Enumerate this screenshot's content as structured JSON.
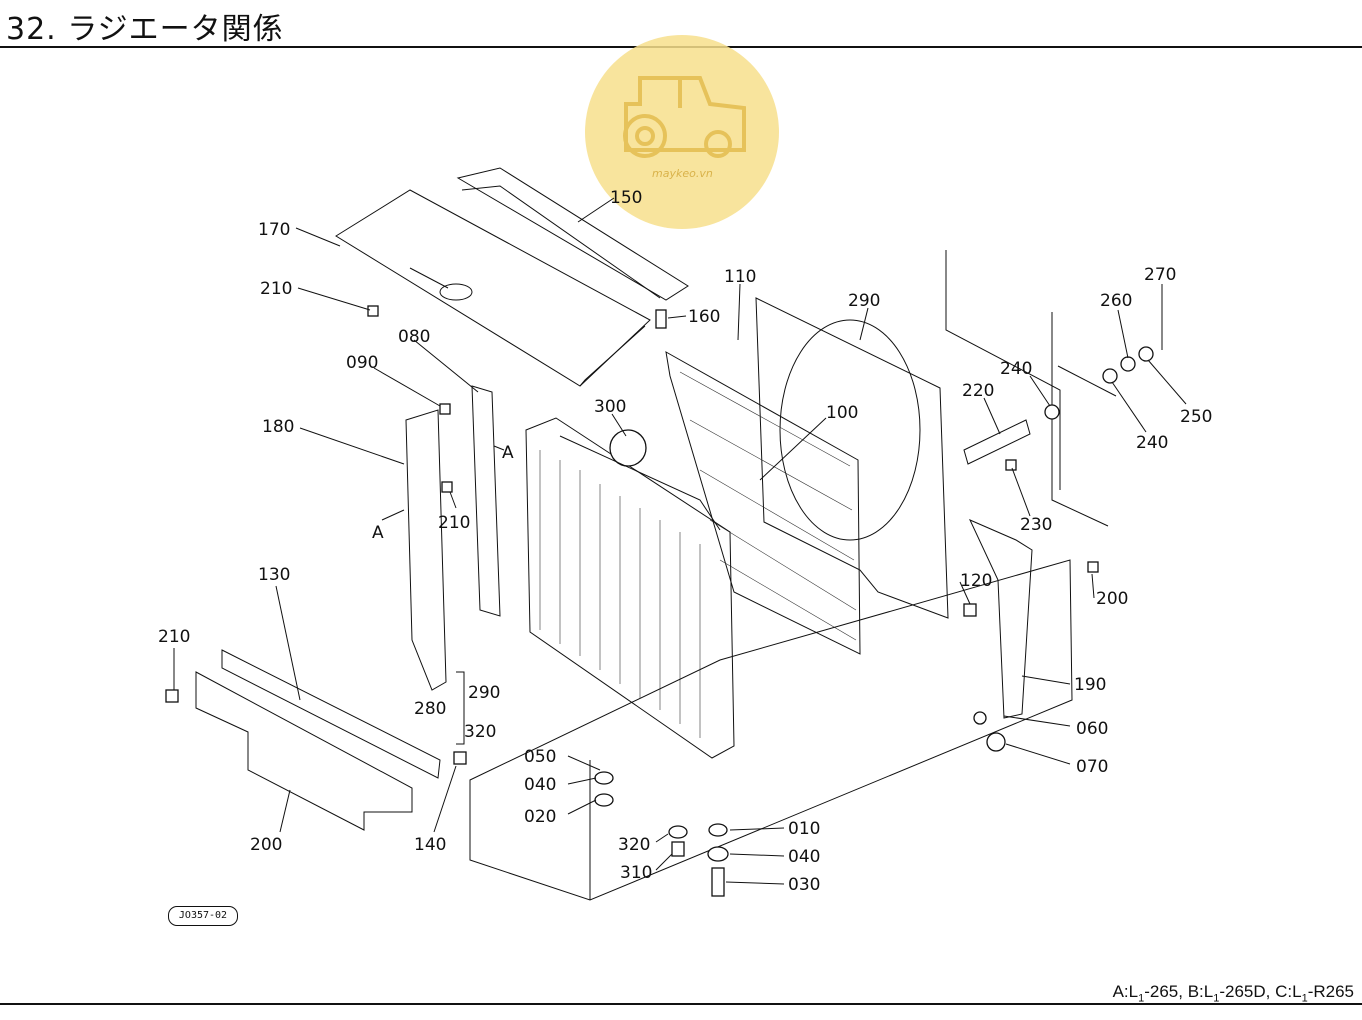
{
  "header": {
    "title": "32. ラジエータ関係"
  },
  "footer": {
    "p1": "A:L",
    "s1": "1",
    "t1": "-265,  B:L",
    "s2": "1",
    "t2": "-265D,  C:L",
    "s3": "1",
    "t3": "-R265"
  },
  "figure_code": "JO357-02",
  "watermark": {
    "text": "maykeo.vn",
    "color": "#f5d97a"
  },
  "labels": {
    "l150": "150",
    "l170": "170",
    "l210a": "210",
    "l160": "160",
    "l110": "110",
    "l290": "290",
    "l270": "270",
    "l260": "260",
    "l240a": "240",
    "l250": "250",
    "l220": "220",
    "l240b": "240",
    "l230": "230",
    "l080": "080",
    "l090": "090",
    "l300": "300",
    "l100": "100",
    "l180": "180",
    "lA1": "A",
    "lA2": "A",
    "l210b": "210",
    "l120": "120",
    "l200a": "200",
    "l130": "130",
    "l210c": "210",
    "l290b": "290",
    "l280": "280",
    "l320a": "320",
    "l190": "190",
    "l060": "060",
    "l070": "070",
    "l050": "050",
    "l040a": "040",
    "l020": "020",
    "l010": "010",
    "l040b": "040",
    "l320b": "320",
    "l310": "310",
    "l030": "030",
    "l200b": "200",
    "l140": "140"
  }
}
